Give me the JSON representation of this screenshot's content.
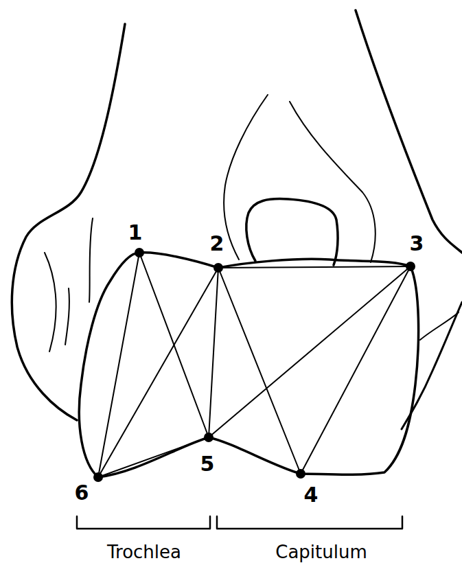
{
  "diagram": {
    "labels": [
      "1",
      "2",
      "3",
      "4",
      "5",
      "6",
      "Trochlea",
      "Capitulum"
    ]
  }
}
